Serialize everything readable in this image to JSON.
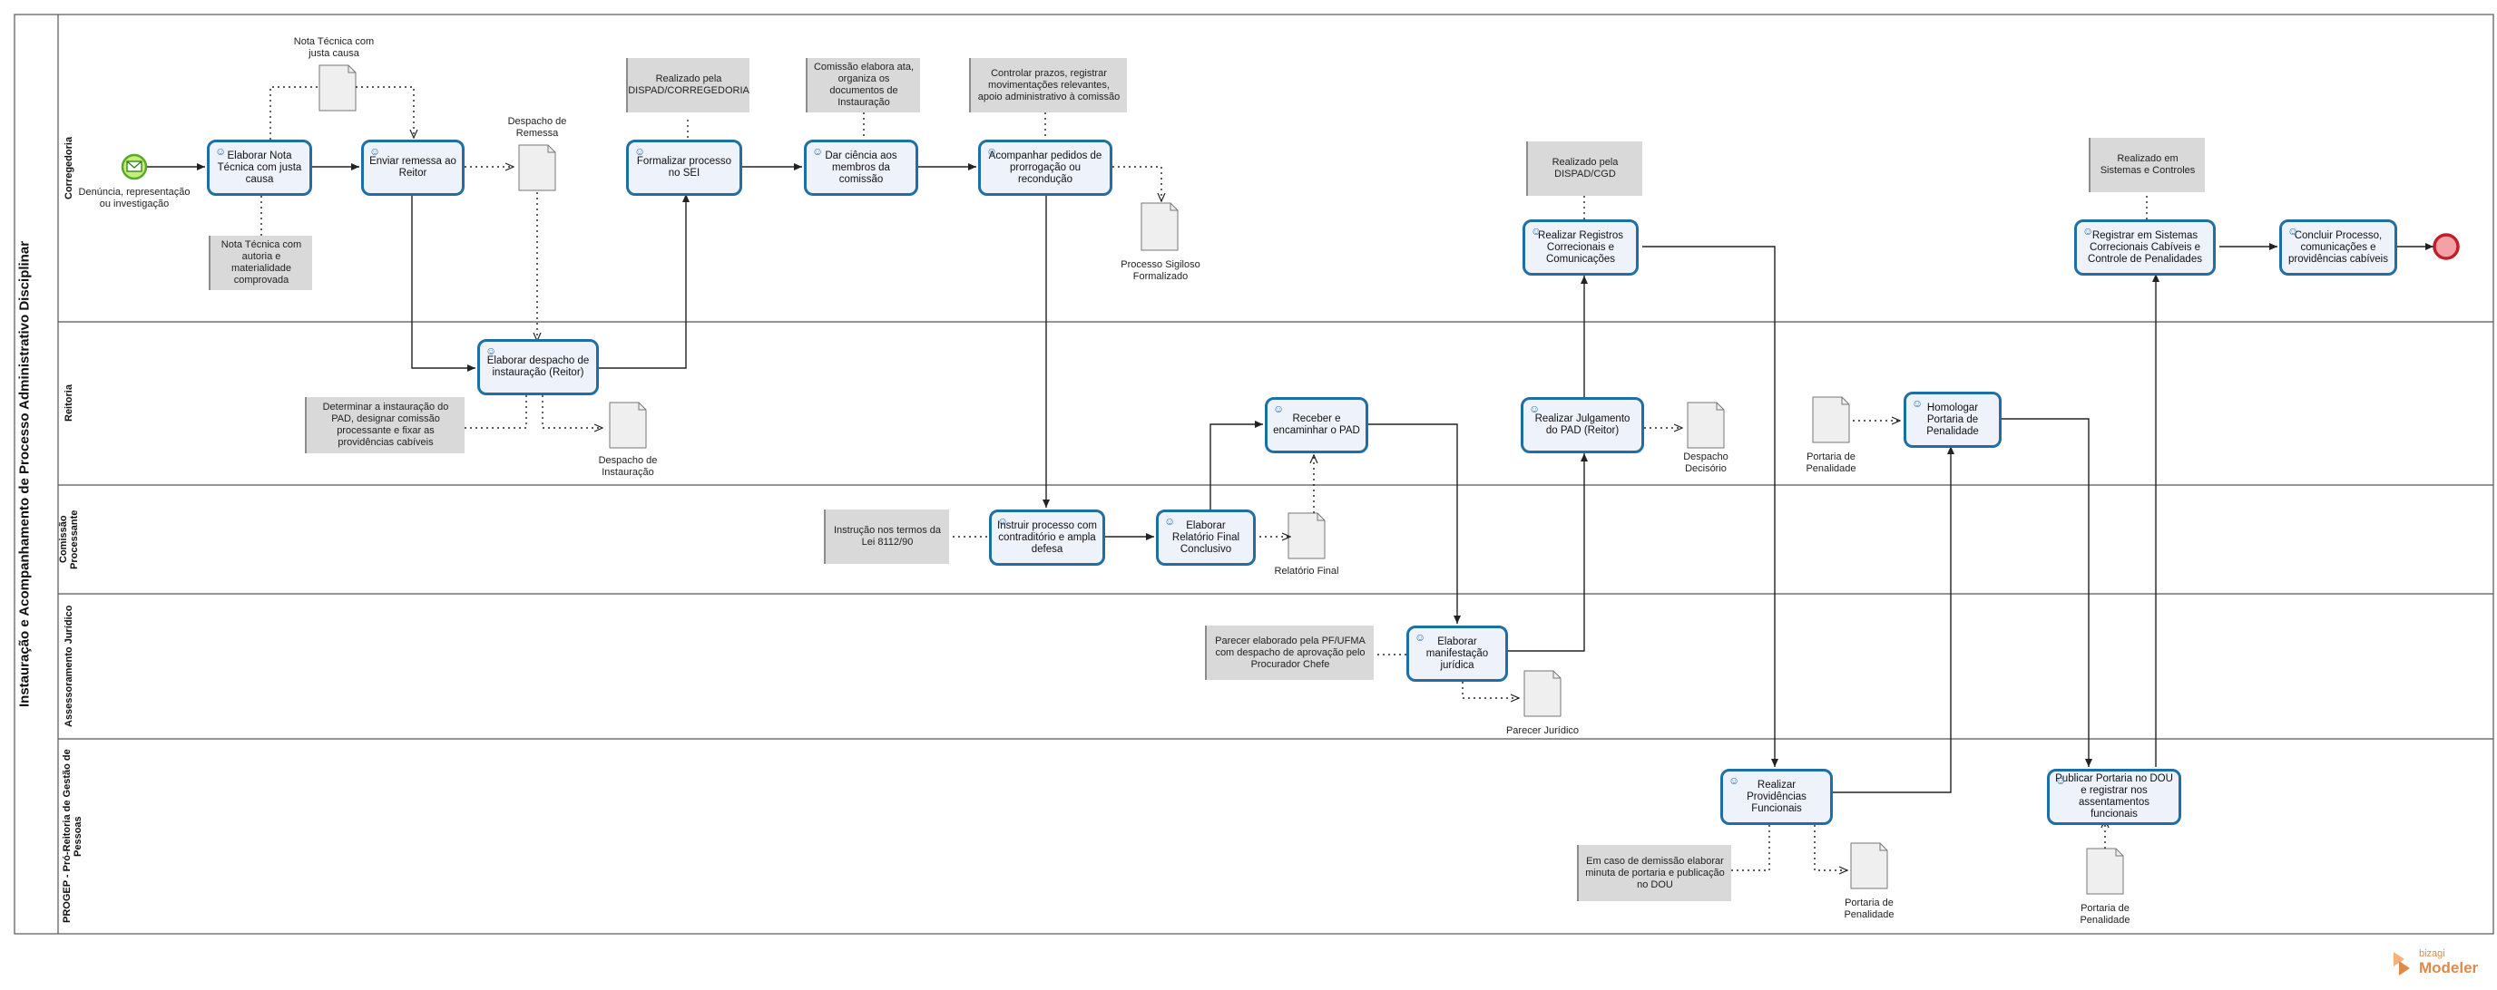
{
  "pool": {
    "title": "Instauração e Acompanhamento de Processo Administrativo Disciplinar"
  },
  "lanes": [
    "Corregedoria",
    "Reitoria",
    "Comissão Processante",
    "Assessoramento Jurídico",
    "PROGEP - Pró-Reitoria de Gestão de Pessoas"
  ],
  "start_event": {
    "label": "Denúncia, representação ou investigação"
  },
  "tasks": {
    "elaborar_nota": "Elaborar Nota Técnica com justa causa",
    "enviar_remessa": "Enviar remessa ao Reitor",
    "formalizar": "Formalizar processo no SEI",
    "dar_ciencia": "Dar ciência aos membros da comissão",
    "acompanhar": "Acompanhar pedidos de prorrogação ou recondução",
    "registros": "Realizar Registros Correcionais e Comunicações",
    "registrar_sistemas": "Registrar em Sistemas Correcionais Cabíveis e Controle de Penalidades",
    "concluir": "Concluir Processo, comunicações e providências cabíveis",
    "despacho_instauracao": "Elaborar despacho de instauração (Reitor)",
    "receber": "Receber e encaminhar o PAD",
    "julgamento": "Realizar Julgamento do PAD (Reitor)",
    "homologar": "Homologar Portaria de Penalidade",
    "instruir": "Instruir processo com contraditório e ampla defesa",
    "relatorio": "Elaborar Relatório Final Conclusivo",
    "manifestacao": "Elaborar manifestação jurídica",
    "providencias": "Realizar Providências Funcionais",
    "publicar": "Publicar Portaria no DOU e registrar nos assentamentos funcionais"
  },
  "annotations": {
    "nota_autoria": "Nota Técnica com autoria e materialidade comprovada",
    "realizado_dispad_corr": "Realizado pela DISPAD/CORREGEDORIA",
    "comissao_ata": "Comissão elabora ata, organiza os documentos de Instauração",
    "controlar_prazos": "Controlar prazos, registrar movimentações relevantes, apoio administrativo à comissão",
    "realizado_dispad_cgd": "Realizado pela DISPAD/CGD",
    "realizado_sistemas": "Realizado em Sistemas e Controles",
    "determinar": "Determinar a instauração do PAD, designar comissão processante e fixar as providências cabíveis",
    "instrucao": "Instrução nos termos da Lei 8112/90",
    "parecer_pf": "Parecer elaborado pela PF/UFMA com despacho de aprovação pelo Procurador Chefe",
    "demissao": "Em caso de demissão elaborar minuta de portaria e publicação no DOU"
  },
  "documents": {
    "nota_justa": "Nota Técnica com justa causa",
    "despacho_remessa": "Despacho de Remessa",
    "processo_sigiloso": "Processo Sigiloso Formalizado",
    "despacho_instauracao": "Despacho de Instauração",
    "relatorio_final": "Relatório Final",
    "despacho_decisorio": "Despacho Decisório",
    "portaria_reitoria": "Portaria de Penalidade",
    "parecer_juridico": "Parecer Jurídico",
    "portaria_progep1": "Portaria de Penalidade",
    "portaria_progep2": "Portaria de Penalidade"
  },
  "logo": {
    "line1": "bizagi",
    "line2": "Modeler"
  },
  "colors": {
    "task_border": "#1f6fa6",
    "task_fill": "#eef2fb",
    "annotation_fill": "#d9d9d9",
    "start_fill": "#c6f075",
    "start_stroke": "#5aa832",
    "end_fill": "#f3a0a6",
    "end_stroke": "#c0202a",
    "logo": "#e08a4a"
  }
}
